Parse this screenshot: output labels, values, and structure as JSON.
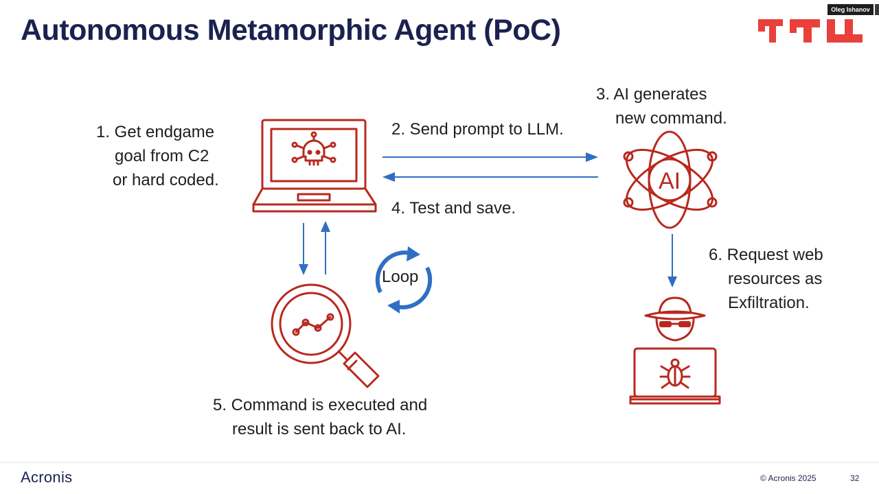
{
  "slide": {
    "title": "Autonomous Metamorphic Agent (PoC)",
    "speaker_name": "Oleg Ishanov",
    "page_number": "32"
  },
  "steps": {
    "step1": [
      "1. Get endgame",
      "goal from C2",
      "or hard coded."
    ],
    "step2": "2. Send prompt to LLM.",
    "step3": [
      "3. AI generates",
      "new command."
    ],
    "step4": "4. Test and save.",
    "step5": [
      "5. Command is executed and",
      "result is sent back to AI."
    ],
    "step6": [
      "6. Request web",
      "resources as",
      "Exfiltration."
    ],
    "loop": "Loop",
    "ai_icon_text": "AI"
  },
  "footer": {
    "logo_text": "Acronis",
    "copyright": "© Acronis 2025"
  },
  "colors": {
    "title": "#1b2250",
    "icon_red": "#b8281e",
    "arrow_blue": "#2f6fc3",
    "logo_red": "#e8403a"
  },
  "icons": [
    "brand-logo",
    "laptop-skull-icon",
    "ai-atom-icon",
    "magnifier-chart-icon",
    "loop-cycle-icon",
    "hacker-laptop-icon"
  ]
}
